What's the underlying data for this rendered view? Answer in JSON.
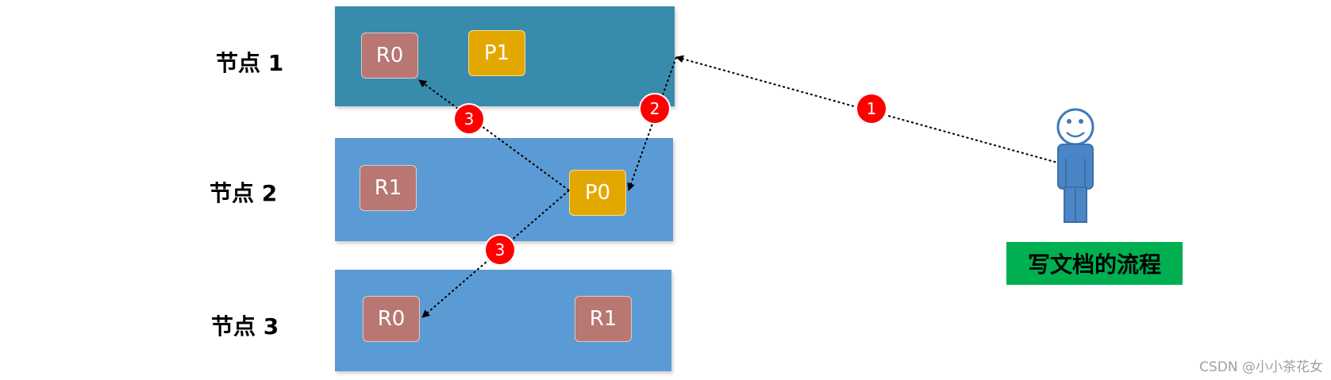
{
  "nodes": [
    {
      "label": "节点 1",
      "color": "#398bab",
      "shards": [
        {
          "name": "R0",
          "kind": "replica"
        },
        {
          "name": "P1",
          "kind": "primary"
        }
      ]
    },
    {
      "label": "节点 2",
      "color": "#5b9bd5",
      "shards": [
        {
          "name": "R1",
          "kind": "replica"
        },
        {
          "name": "P0",
          "kind": "primary"
        }
      ]
    },
    {
      "label": "节点 3",
      "color": "#5b9bd5",
      "shards": [
        {
          "name": "R0",
          "kind": "replica"
        },
        {
          "name": "R1",
          "kind": "replica"
        }
      ]
    }
  ],
  "steps": [
    {
      "number": "1",
      "meaning": "client write request to node 1"
    },
    {
      "number": "2",
      "meaning": "node 1 forwards to primary P0 on node 2"
    },
    {
      "number": "3",
      "meaning": "P0 replicates to node 1 R0"
    },
    {
      "number": "3",
      "meaning": "P0 replicates to node 3 R0"
    }
  ],
  "client": {
    "icon": "person-icon",
    "caption": "写文档的流程"
  },
  "colors": {
    "replica": "#b87772",
    "primary": "#e3a800",
    "step_marker": "#ff0000",
    "caption_bg": "#00b050"
  },
  "watermark": "CSDN @小小茶花女"
}
